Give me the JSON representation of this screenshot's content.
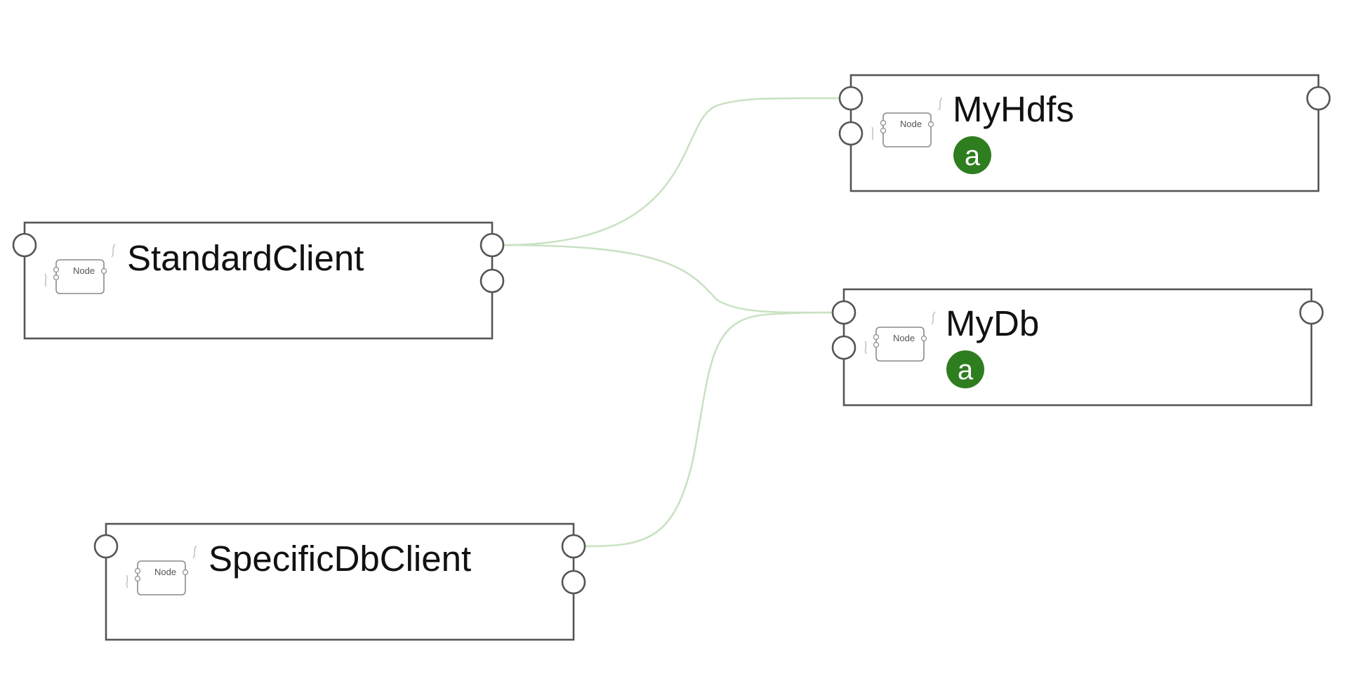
{
  "colors": {
    "node_border": "#555555",
    "edge": "#c9e2c3",
    "badge": "#2e7d1f",
    "title_text": "#111111"
  },
  "nodes": {
    "standard_client": {
      "title": "StandardClient",
      "icon_label": "Node"
    },
    "specific_db_client": {
      "title": "SpecificDbClient",
      "icon_label": "Node"
    },
    "my_hdfs": {
      "title": "MyHdfs",
      "icon_label": "Node",
      "badge": "a"
    },
    "my_db": {
      "title": "MyDb",
      "icon_label": "Node",
      "badge": "a"
    }
  },
  "edges": [
    {
      "from": "StandardClient",
      "to": "MyHdfs"
    },
    {
      "from": "StandardClient",
      "to": "MyDb"
    },
    {
      "from": "SpecificDbClient",
      "to": "MyDb"
    }
  ]
}
